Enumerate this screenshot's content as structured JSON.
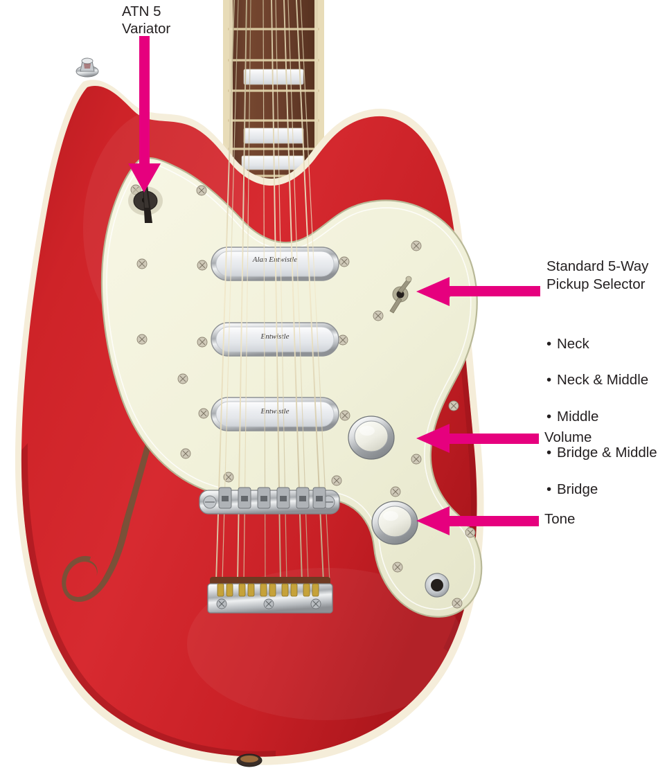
{
  "image": {
    "subject": "red semi-hollow 12-string electric guitar body, annotated",
    "background_color": "#ffffff"
  },
  "colors": {
    "accent_arrow": "#E6007E",
    "body_red": "#CC2027",
    "body_red_dark": "#A8151C",
    "body_red_light": "#DC3138",
    "binding_cream": "#F4EBD8",
    "pickguard_cream": "#F2F2DC",
    "pickguard_edge": "#C9C9A8",
    "chrome": "#D8DADC",
    "chrome_dark": "#8E9195",
    "fretboard": "#6B4230",
    "fhole_wood": "#7A5038",
    "text": "#231f20",
    "inlay_pearl": "#EDE6DF"
  },
  "callouts": [
    {
      "id": "atn-5-variator",
      "name": "ATN 5 Variator",
      "title": "ATN 5\nVariator",
      "arrow_direction": "down",
      "target": "variator-switch"
    },
    {
      "id": "pickup-selector",
      "name": "Standard 5-Way Pickup Selector",
      "title": "Standard 5-Way\nPickup Selector",
      "arrow_direction": "left",
      "target": "five-way-selector-switch",
      "bullet_char": "•",
      "positions": [
        "Neck",
        "Neck & Middle",
        "Middle",
        "Bridge & Middle",
        "Bridge"
      ]
    },
    {
      "id": "volume",
      "name": "Volume",
      "title": "Volume",
      "arrow_direction": "left",
      "target": "volume-knob"
    },
    {
      "id": "tone",
      "name": "Tone",
      "title": "Tone",
      "arrow_direction": "left",
      "target": "tone-knob"
    }
  ],
  "guitar": {
    "pickups": [
      {
        "position": "neck",
        "label": "Alan Entwistle"
      },
      {
        "position": "middle",
        "label": "Entwistle"
      },
      {
        "position": "bridge",
        "label": "Entwistle"
      }
    ],
    "hardware": {
      "string_count": 12,
      "fret_markers": "block inlays",
      "bridge": "tune-o-matic",
      "tailpiece": "string-through plate",
      "f_hole": "single f-hole, bass side",
      "output_jack": "pickguard mounted",
      "strap_buttons": 2
    }
  }
}
